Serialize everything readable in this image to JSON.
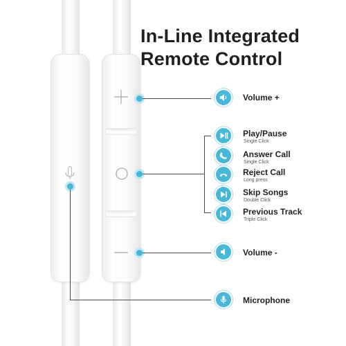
{
  "title_line1": "In-Line Integrated",
  "title_line2": "Remote Control",
  "accent_color": "#49b8d8",
  "controls": [
    {
      "name": "Volume +",
      "note": "",
      "icon": "volume-up-icon"
    },
    {
      "name": "Play/Pause",
      "note": "Single Click",
      "icon": "play-pause-icon"
    },
    {
      "name": "Answer Call",
      "note": "Single Click",
      "icon": "phone-answer-icon"
    },
    {
      "name": "Reject Call",
      "note": "Long press",
      "icon": "phone-reject-icon"
    },
    {
      "name": "Skip Songs",
      "note": "Double Click",
      "icon": "skip-icon"
    },
    {
      "name": "Previous Track",
      "note": "Triple Click",
      "icon": "previous-icon"
    },
    {
      "name": "Volume -",
      "note": "",
      "icon": "volume-down-icon"
    },
    {
      "name": "Microphone",
      "note": "",
      "icon": "microphone-icon"
    }
  ]
}
